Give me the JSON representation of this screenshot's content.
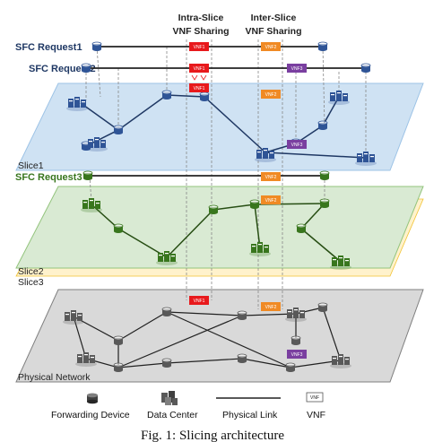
{
  "header": {
    "intra_line1": "Intra-Slice",
    "intra_line2": "VNF Sharing",
    "inter_line1": "Inter-Slice",
    "inter_line2": "VNF Sharing"
  },
  "requests": {
    "req1": "SFC Request1",
    "req2": "SFC Request2",
    "req3": "SFC Request3"
  },
  "slices": {
    "slice1": "Slice1",
    "slice2": "Slice2",
    "slice3": "Slice3",
    "physical": "Physical Network"
  },
  "vnfs": {
    "vnf1": "VNF1",
    "vnf2": "VNF2",
    "vnf3": "VNF3"
  },
  "legend": {
    "forwarding_device": "Forwarding Device",
    "data_center": "Data Center",
    "physical_link": "Physical Link",
    "vnf": "VNF",
    "vnf_box": "VNF"
  },
  "caption": "Fig. 1: Slicing architecture",
  "colors": {
    "vnf1": "#e8191c",
    "vnf2": "#f08a24",
    "vnf3": "#7a3fa0",
    "slice1": "#cfe2f3",
    "slice2": "#d9ead3",
    "slice3": "#fff2cc",
    "physical": "#d9d9d9",
    "request_text": "#1f3864",
    "request3_text": "#38761d",
    "blue_node": "#2f5496",
    "green_node": "#38761d",
    "gray_node": "#595959"
  }
}
